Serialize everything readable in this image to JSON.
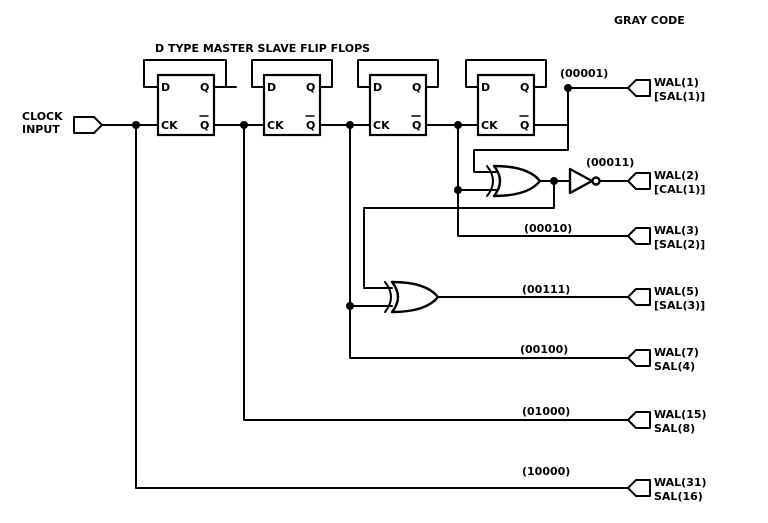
{
  "header": {
    "title": "GRAY CODE",
    "subtitle": "D TYPE MASTER SLAVE FLIP FLOPS"
  },
  "clock": {
    "label_line1": "CLOCK",
    "label_line2": "INPUT"
  },
  "flipflops": [
    {
      "d": "D",
      "q": "Q",
      "ck": "CK",
      "qbar": "Q"
    },
    {
      "d": "D",
      "q": "Q",
      "ck": "CK",
      "qbar": "Q"
    },
    {
      "d": "D",
      "q": "Q",
      "ck": "CK",
      "qbar": "Q"
    },
    {
      "d": "D",
      "q": "Q",
      "ck": "CK",
      "qbar": "Q"
    }
  ],
  "signals": [
    "(00001)",
    "(00011)",
    "(00010)",
    "(00111)",
    "(00100)",
    "(01000)",
    "(10000)"
  ],
  "outputs": [
    {
      "line1": "WAL(1)",
      "line2": "[SAL(1)]"
    },
    {
      "line1": "WAL(2)",
      "line2": "[CAL(1)]"
    },
    {
      "line1": "WAL(3)",
      "line2": "[SAL(2)]"
    },
    {
      "line1": "WAL(5)",
      "line2": "[SAL(3)]"
    },
    {
      "line1": "WAL(7)",
      "line2": "SAL(4)"
    },
    {
      "line1": "WAL(15)",
      "line2": "SAL(8)"
    },
    {
      "line1": "WAL(31)",
      "line2": "SAL(16)"
    }
  ]
}
